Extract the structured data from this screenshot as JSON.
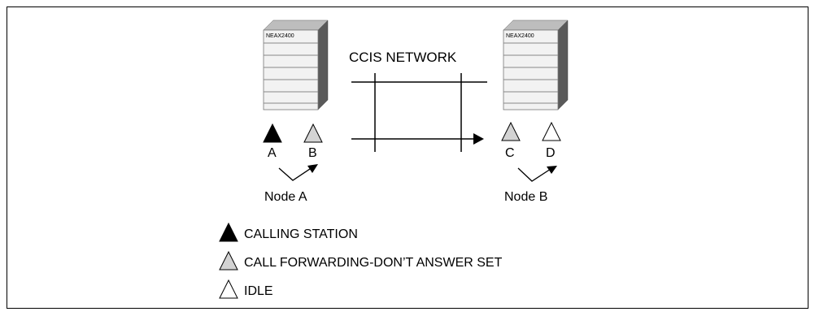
{
  "network_label": "CCIS NETWORK",
  "node_a": {
    "pbx_label": "NEAX2400",
    "name": "Node A",
    "stations": [
      {
        "id": "A",
        "state": "calling"
      },
      {
        "id": "B",
        "state": "forwarding"
      }
    ]
  },
  "node_b": {
    "pbx_label": "NEAX2400",
    "name": "Node B",
    "stations": [
      {
        "id": "C",
        "state": "forwarding"
      },
      {
        "id": "D",
        "state": "idle"
      }
    ]
  },
  "legend": [
    {
      "state": "calling",
      "label": "CALLING STATION"
    },
    {
      "state": "forwarding",
      "label": "CALL FORWARDING-DON’T ANSWER SET"
    },
    {
      "state": "idle",
      "label": "IDLE"
    }
  ],
  "colors": {
    "calling": "#000000",
    "forwarding": "#d3d3d3",
    "idle": "#ffffff",
    "pbx_face": "#f2f2f2",
    "pbx_side": "#5a5a5a",
    "frame": "#000000"
  }
}
